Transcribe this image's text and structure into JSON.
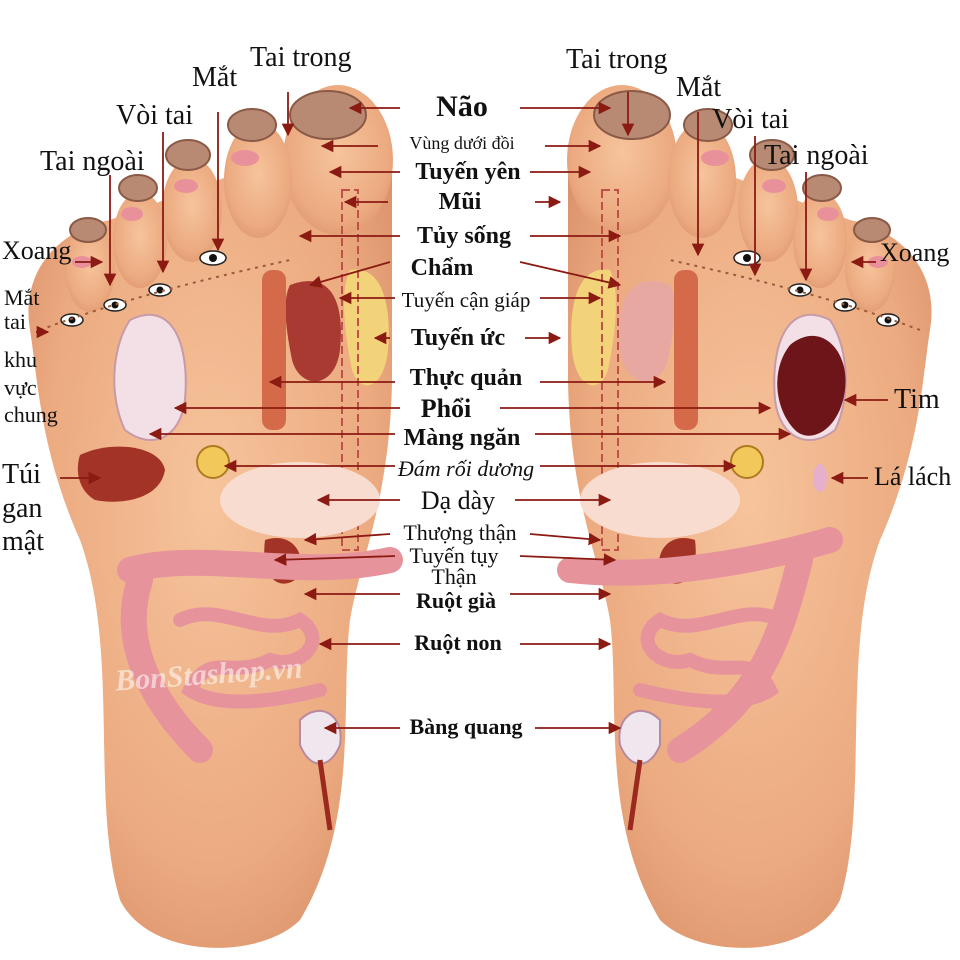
{
  "watermark": "BonStashop.vn",
  "colors": {
    "skin": "#efb58b",
    "skin_shadow": "#d8946a",
    "arrow": "#8b1a12",
    "organ_pink": "#e9919a",
    "brain": "#b98a73",
    "heart": "#6d1518"
  },
  "labels": {
    "center": [
      "Não",
      "Vùng dưới đồi",
      "Tuyến yên",
      "Mũi",
      "Tủy sống",
      "Chẩm",
      "Tuyến cận giáp",
      "Tuyến ức",
      "Thực quản",
      "Phổi",
      "Màng ngăn",
      "Đám rối dương",
      "Dạ dày",
      "Thượng thận",
      "Tuyến tụy",
      "Thận",
      "Ruột già",
      "Ruột non",
      "Bàng quang"
    ],
    "left": {
      "tai_trong": "Tai trong",
      "mat": "Mắt",
      "voi_tai": "Vòi tai",
      "tai_ngoai": "Tai ngoài",
      "xoang": "Xoang",
      "mat_tai": "Mắt tai",
      "khu_vuc_chung": "khu vực chung",
      "tui_gan": "Túi gan mật"
    },
    "right": {
      "tai_trong": "Tai trong",
      "mat": "Mắt",
      "voi_tai": "Vòi tai",
      "tai_ngoai": "Tai ngoài",
      "xoang": "Xoang",
      "tim": "Tim",
      "la_lach": "Lá lách"
    }
  }
}
